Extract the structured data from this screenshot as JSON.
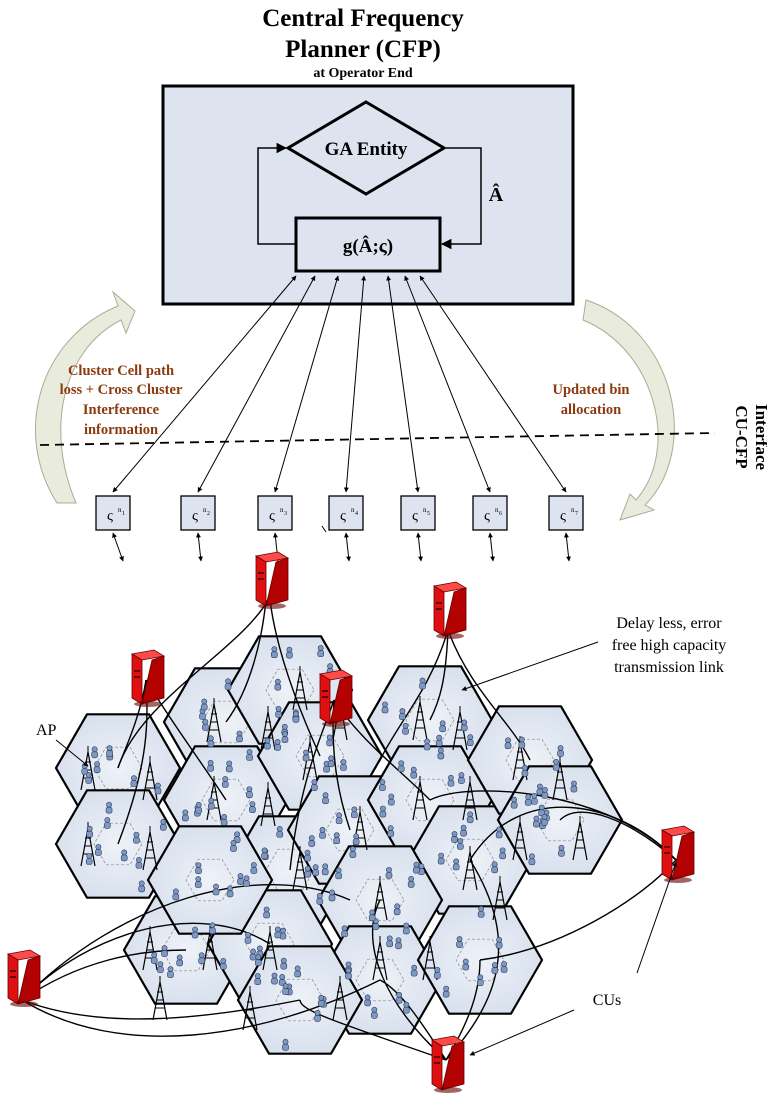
{
  "title": {
    "line1": "Central Frequency",
    "line2": "Planner (CFP)",
    "subtitle": "at Operator End"
  },
  "cfp": {
    "ga_entity": "GA Entity",
    "a_hat": "Â",
    "fitness": "g(Â;ς)"
  },
  "left_label": [
    "Cluster Cell path",
    "loss + Cross Cluster",
    "Interference",
    "information"
  ],
  "right_label": [
    "Updated bin",
    "allocation"
  ],
  "interface_label": [
    "CU-CFP",
    "Interface"
  ],
  "cluster_boxes": [
    {
      "sym": "ς",
      "sup": "n",
      "sub": "1"
    },
    {
      "sym": "ς",
      "sup": "n",
      "sub": "2"
    },
    {
      "sym": "ς",
      "sup": "n",
      "sub": "3"
    },
    {
      "sym": "ς",
      "sup": "n",
      "sub": "4"
    },
    {
      "sym": "ς",
      "sup": "n",
      "sub": "5"
    },
    {
      "sym": "ς",
      "sup": "n",
      "sub": "6"
    },
    {
      "sym": "ς",
      "sup": "n",
      "sub": "7"
    }
  ],
  "annotations": {
    "link": [
      "Delay less, error",
      "free high capacity",
      "transmission link"
    ],
    "ap": "AP",
    "cus": "CUs"
  },
  "colors": {
    "box_fill": "#dde4f0",
    "hex_fill": "#dfe6f1",
    "label_brown": "#8b3a0f",
    "server_red": "#e01010",
    "arrow_fill": "#e9ecdc",
    "user_blue": "#7f98c2"
  }
}
